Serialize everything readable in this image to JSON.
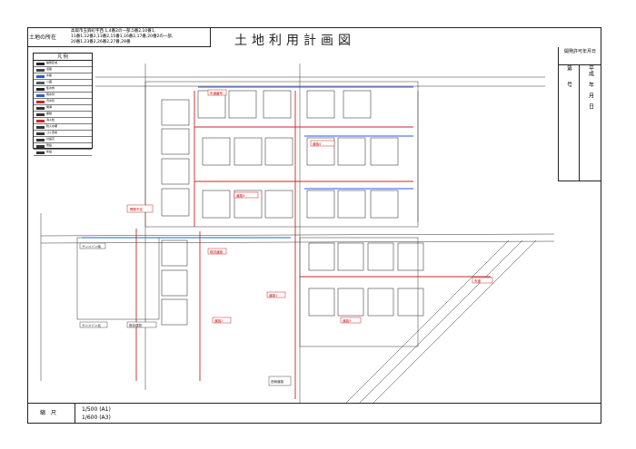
{
  "title": "土地利用計画図",
  "location": {
    "label": "土地の所在",
    "value_line1": "高取市玉鉾町字西 1,4番2の一部,5番2,10番1,",
    "value_line2": "11番1,12番2,13番2,15番1,16番2,17番,20番2の一部,",
    "value_line3": "20番1,23番2,26番2,27番,28番"
  },
  "approval": {
    "header": "開発許可年月日",
    "col1": "第　　号",
    "col2": "平成　年　月　日"
  },
  "legend": {
    "title": "凡 例",
    "items": [
      {
        "label": "開発区域",
        "color": "#222222"
      },
      {
        "label": "道路",
        "color": "#444444"
      },
      {
        "label": "水路",
        "color": "#2a5bd7"
      },
      {
        "label": "公園",
        "color": "#555555"
      },
      {
        "label": "集水桝",
        "color": "#222222"
      },
      {
        "label": "雨水管",
        "color": "#2a5bd7"
      },
      {
        "label": "汚水管",
        "color": "#c62828"
      },
      {
        "label": "側溝",
        "color": "#333333"
      },
      {
        "label": "擁壁",
        "color": "#333333"
      },
      {
        "label": "消火栓",
        "color": "#c62828"
      },
      {
        "label": "防火水槽",
        "color": "#333333"
      },
      {
        "label": "ゴミ置場",
        "color": "#333333"
      },
      {
        "label": "計画高",
        "color": "#333333"
      },
      {
        "label": "既設",
        "color": "#333333"
      },
      {
        "label": "新設",
        "color": "#333333"
      }
    ]
  },
  "scale": {
    "label": "縮尺",
    "line1": "1/500 (A1)",
    "line2": "1/600 (A3)"
  },
  "plan_labels": {
    "red": [
      "市道番号",
      "開発予定",
      "現況道路",
      "道路1",
      "道路2",
      "道路3",
      "市道",
      "道路4",
      "道路5"
    ],
    "black": [
      "サンメゾン南",
      "サンメゾン北",
      "既存建物",
      "西側道路"
    ]
  }
}
